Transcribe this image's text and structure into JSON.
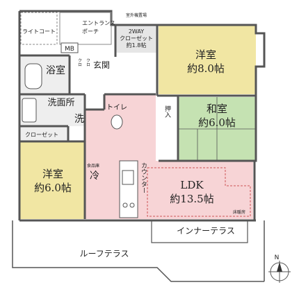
{
  "rooms": {
    "western_1": {
      "name": "洋室",
      "size": "約8.0帖",
      "color": "#f1e6a3"
    },
    "japanese": {
      "name": "和室",
      "size": "約6.0帖",
      "color": "#c5e2b2"
    },
    "western_2": {
      "name": "洋室",
      "size": "約6.0帖",
      "color": "#f1e6a3"
    },
    "ldk": {
      "name": "LDK",
      "size": "約13.5帖",
      "color": "#f7d4d6"
    },
    "bath": {
      "name": "浴室"
    },
    "washroom": {
      "name": "洗面所"
    },
    "entrance": {
      "name": "玄関"
    },
    "toilet": {
      "name": "トイレ"
    },
    "laundry": {
      "name": "洗"
    },
    "fridge": {
      "name": "冷"
    }
  },
  "labels": {
    "outdoor_unit": "室外機置場",
    "light_court": "ライトコート",
    "entrance_porch_line1": "エントランス",
    "entrance_porch_line2": "ポーチ",
    "mb": "MB",
    "closet_2way_line1": "2WAY",
    "closet_2way_line2": "クローゼット",
    "closet_2way_line3": "約1.8帖",
    "closet": "クローゼット",
    "oshiire": "押入",
    "counter": "カウンター",
    "pantry": "食品庫",
    "floor_heating": "床暖房",
    "inner_terrace": "インナーテラス",
    "roof_terrace": "ルーフテラス",
    "kura": "クロ",
    "kura2": "クロ",
    "compass_north": "N"
  },
  "colors": {
    "wall": "#555555",
    "terrace": "#ffffff",
    "floor_grey": "#e6e6e6"
  }
}
